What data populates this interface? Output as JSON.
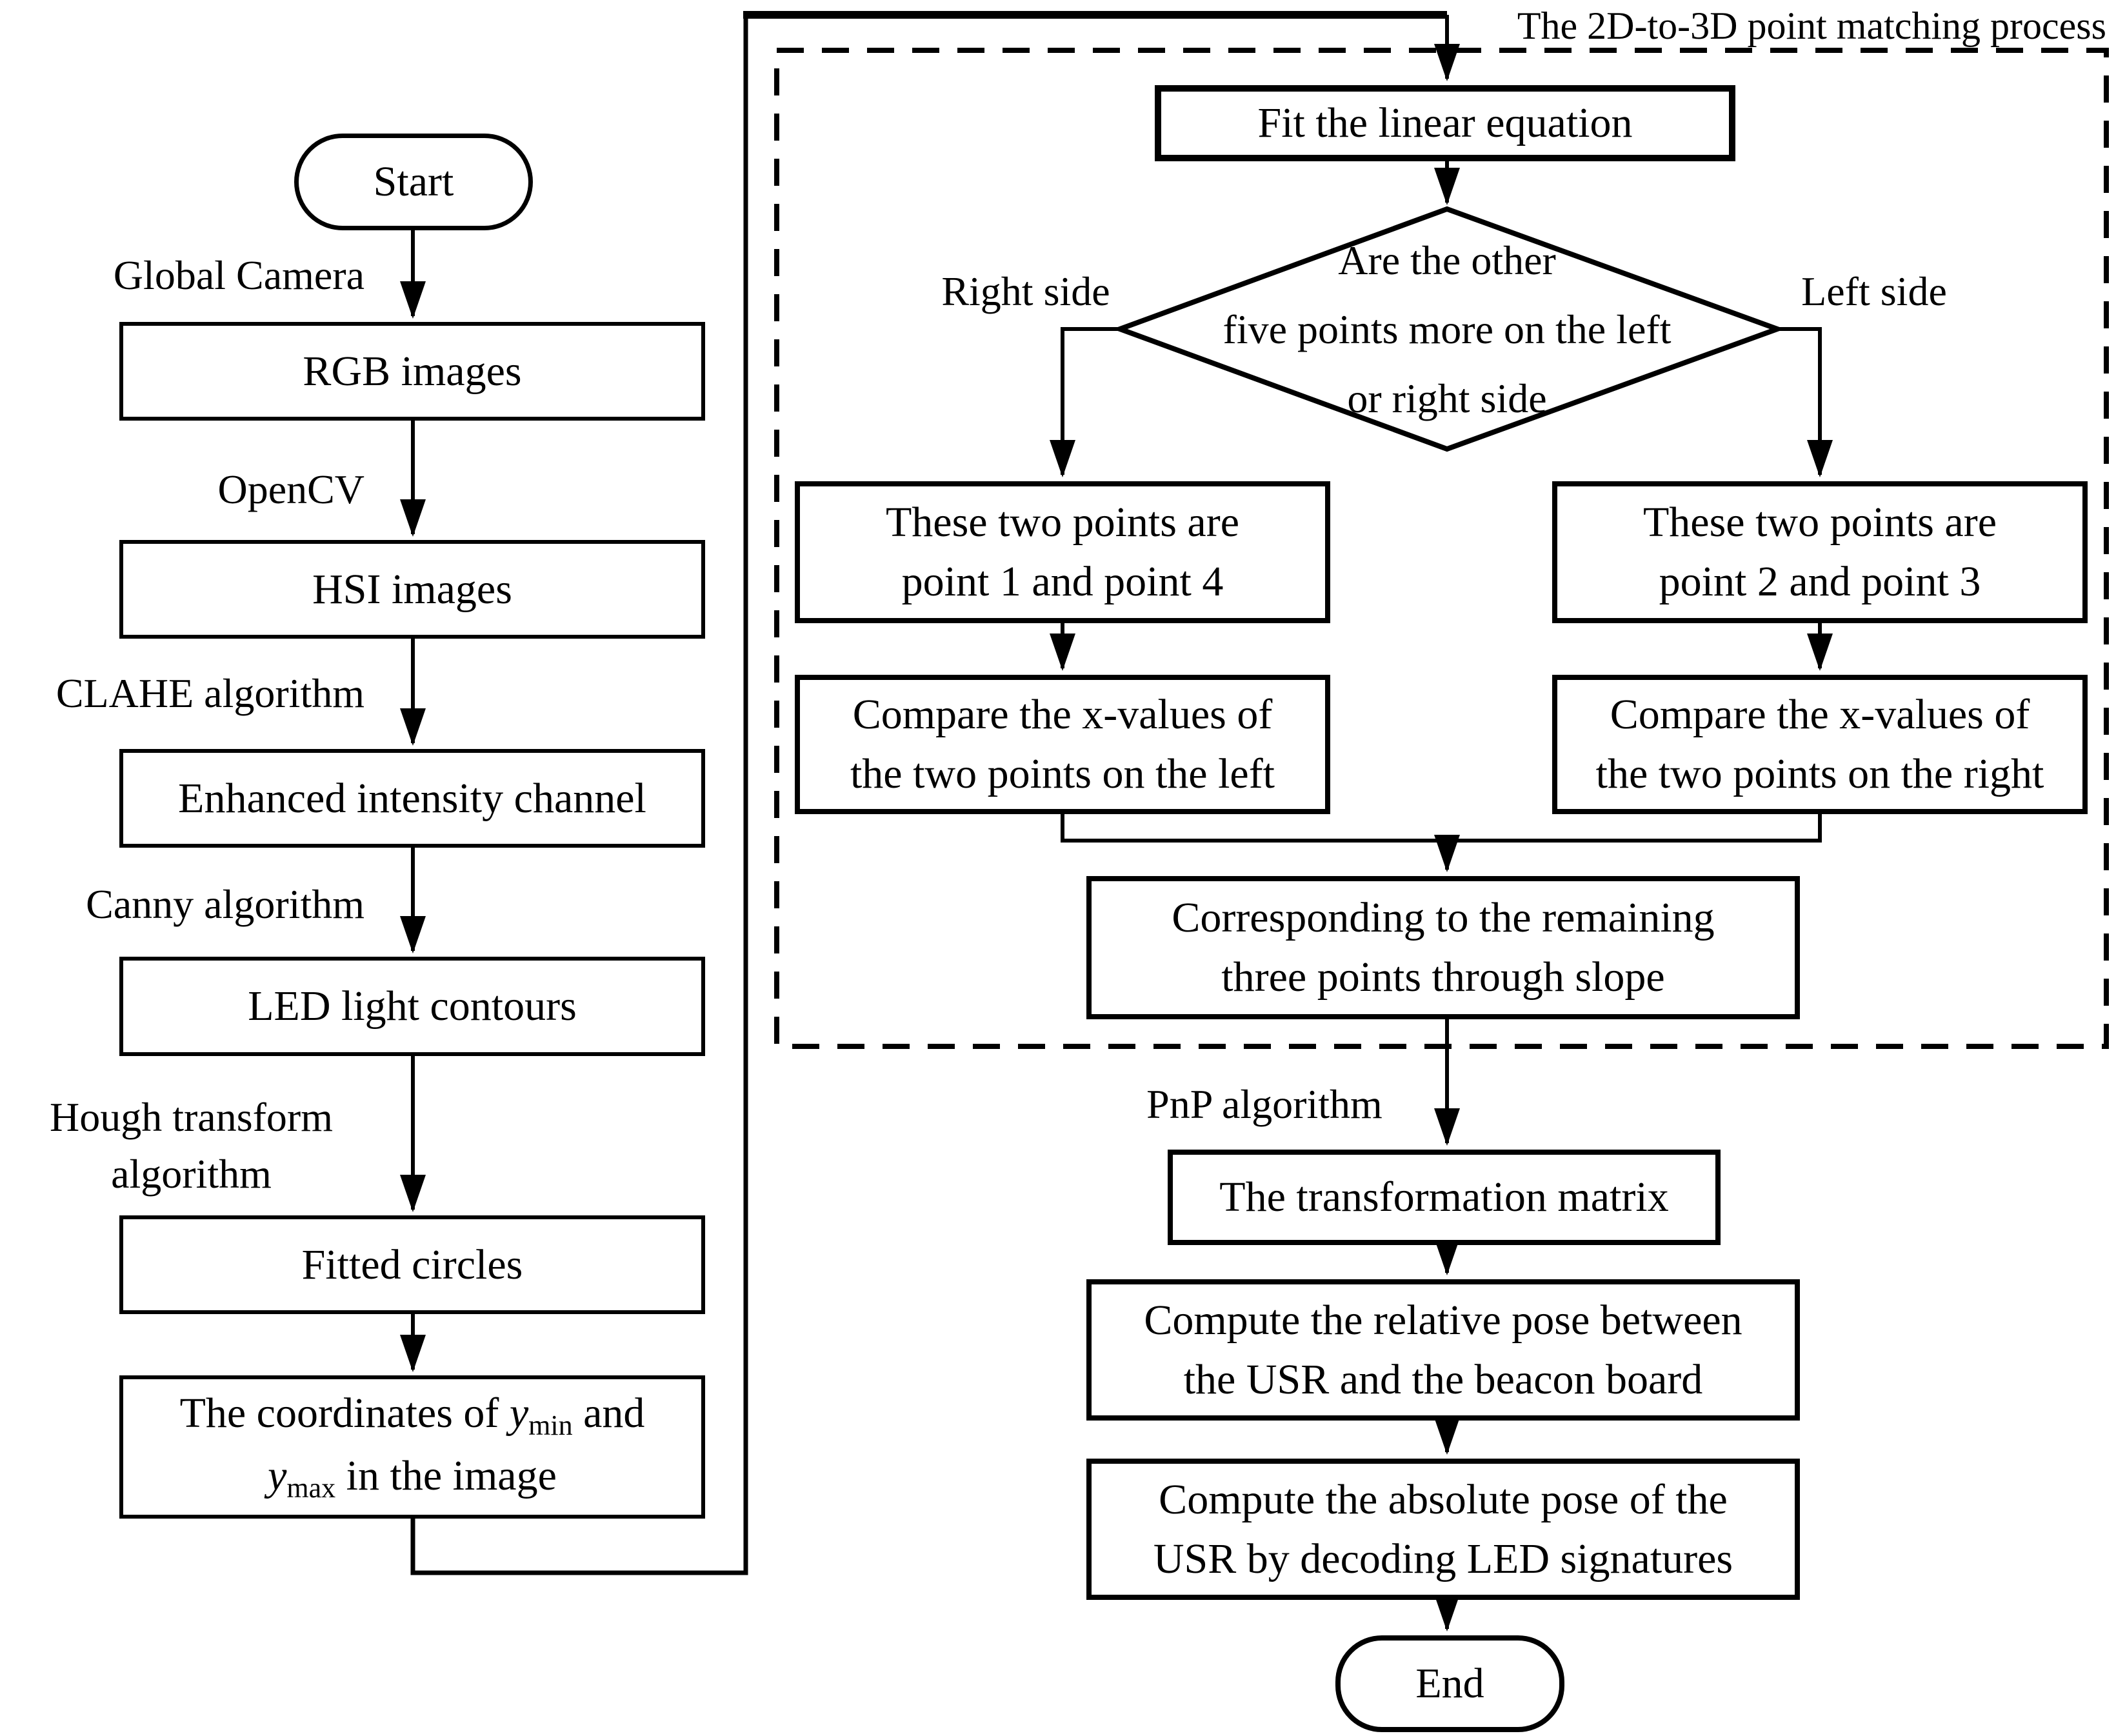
{
  "colors": {
    "ink": "#000000",
    "background": "#ffffff"
  },
  "title": "The 2D-to-3D point matching process",
  "terminals": {
    "start": "Start",
    "end": "End"
  },
  "left_flow": {
    "edge_labels": {
      "global_camera": "Global Camera",
      "opencv": "OpenCV",
      "clahe": "CLAHE algorithm",
      "canny": "Canny algorithm",
      "hough_line1": "Hough transform",
      "hough_line2": "algorithm"
    },
    "boxes": {
      "rgb": "RGB images",
      "hsi": "HSI images",
      "enhanced": "Enhanced intensity channel",
      "led": "LED light contours",
      "fitted": "Fitted circles"
    },
    "coords_box": {
      "prefix": "The coordinates of ",
      "y": "y",
      "min": "min",
      "mid": " and",
      "max": "max",
      "suffix": " in the image"
    }
  },
  "matching": {
    "fit_box": "Fit the linear equation",
    "diamond": {
      "line1": "Are the other",
      "line2": "five points more on the left",
      "line3": "or right side"
    },
    "branch_labels": {
      "right": "Right side",
      "left": "Left side"
    },
    "points_left": {
      "line1": "These two points are",
      "line2": "point 1 and point 4"
    },
    "points_right": {
      "line1": "These two points are",
      "line2": "point 2 and point 3"
    },
    "compare_left": {
      "line1": "Compare the x-values of",
      "line2": "the two points on the left"
    },
    "compare_right": {
      "line1": "Compare the x-values of",
      "line2": "the two points on the right"
    },
    "corresponding": {
      "line1": "Corresponding to the remaining",
      "line2": "three points through slope"
    }
  },
  "pose_flow": {
    "pnp_label": "PnP algorithm",
    "transformation": "The transformation matrix",
    "relative": {
      "line1": "Compute the relative pose between",
      "line2": "the USR and the beacon board"
    },
    "absolute": {
      "line1": "Compute the absolute pose of the",
      "line2": "USR by decoding LED signatures"
    }
  }
}
